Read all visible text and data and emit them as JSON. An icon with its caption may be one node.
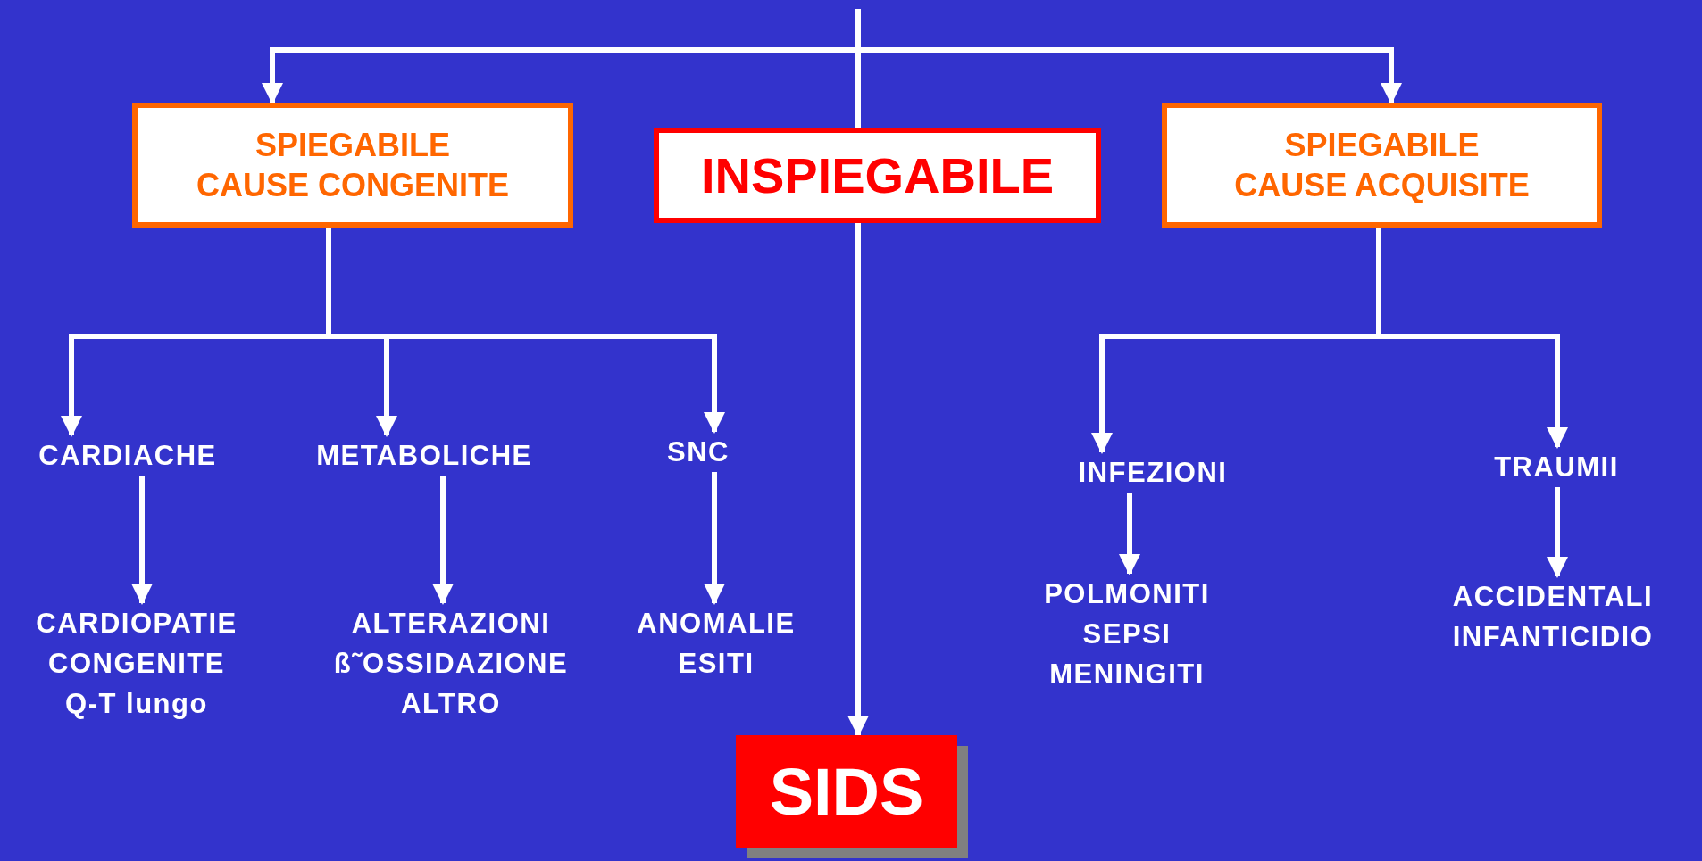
{
  "diagram": {
    "nodes": [
      {
        "text": [
          "SPIEGABILE",
          "CAUSE CONGENITE"
        ]
      },
      {
        "text": [
          "INSPIEGABILE"
        ]
      },
      {
        "text": [
          "SPIEGABILE",
          "CAUSE ACQUISITE"
        ]
      },
      {
        "text": [
          "CARDIACHE"
        ]
      },
      {
        "text": [
          "METABOLICHE"
        ]
      },
      {
        "text": [
          "SNC"
        ]
      },
      {
        "text": [
          "INFEZIONI"
        ]
      },
      {
        "text": [
          "TRAUMII"
        ]
      },
      {
        "text": [
          "CARDIOPATIE CONGENITE Q-T lungo"
        ]
      },
      {
        "text": [
          "ALTERAZIONI ß˜OSSIDAZIONE ALTRO"
        ]
      },
      {
        "text": [
          "ANOMALIE ESITI"
        ]
      },
      {
        "text": [
          "POLMONITI SEPSI MENINGITI"
        ]
      },
      {
        "text": [
          "ACCIDENTALI INFANTICIDIO"
        ]
      },
      {
        "text": [
          "SIDS"
        ]
      }
    ],
    "edges": [
      {
        "from": null,
        "to": 0,
        "arrow": "to"
      },
      {
        "from": null,
        "to": 2,
        "arrow": "to"
      },
      {
        "from": null,
        "to": 1,
        "arrow": "none"
      },
      {
        "from": 1,
        "to": 13,
        "arrow": "to"
      },
      {
        "from": 0,
        "to": 3,
        "arrow": "to"
      },
      {
        "from": 0,
        "to": 4,
        "arrow": "to"
      },
      {
        "from": 0,
        "to": 5,
        "arrow": "to"
      },
      {
        "from": 2,
        "to": 6,
        "arrow": "to"
      },
      {
        "from": 2,
        "to": 7,
        "arrow": "to"
      },
      {
        "from": 3,
        "to": 8,
        "arrow": "to"
      },
      {
        "from": 4,
        "to": 9,
        "arrow": "to"
      },
      {
        "from": 5,
        "to": 10,
        "arrow": "to"
      },
      {
        "from": 6,
        "to": 11,
        "arrow": "to"
      },
      {
        "from": 7,
        "to": 12,
        "arrow": "to"
      }
    ]
  }
}
